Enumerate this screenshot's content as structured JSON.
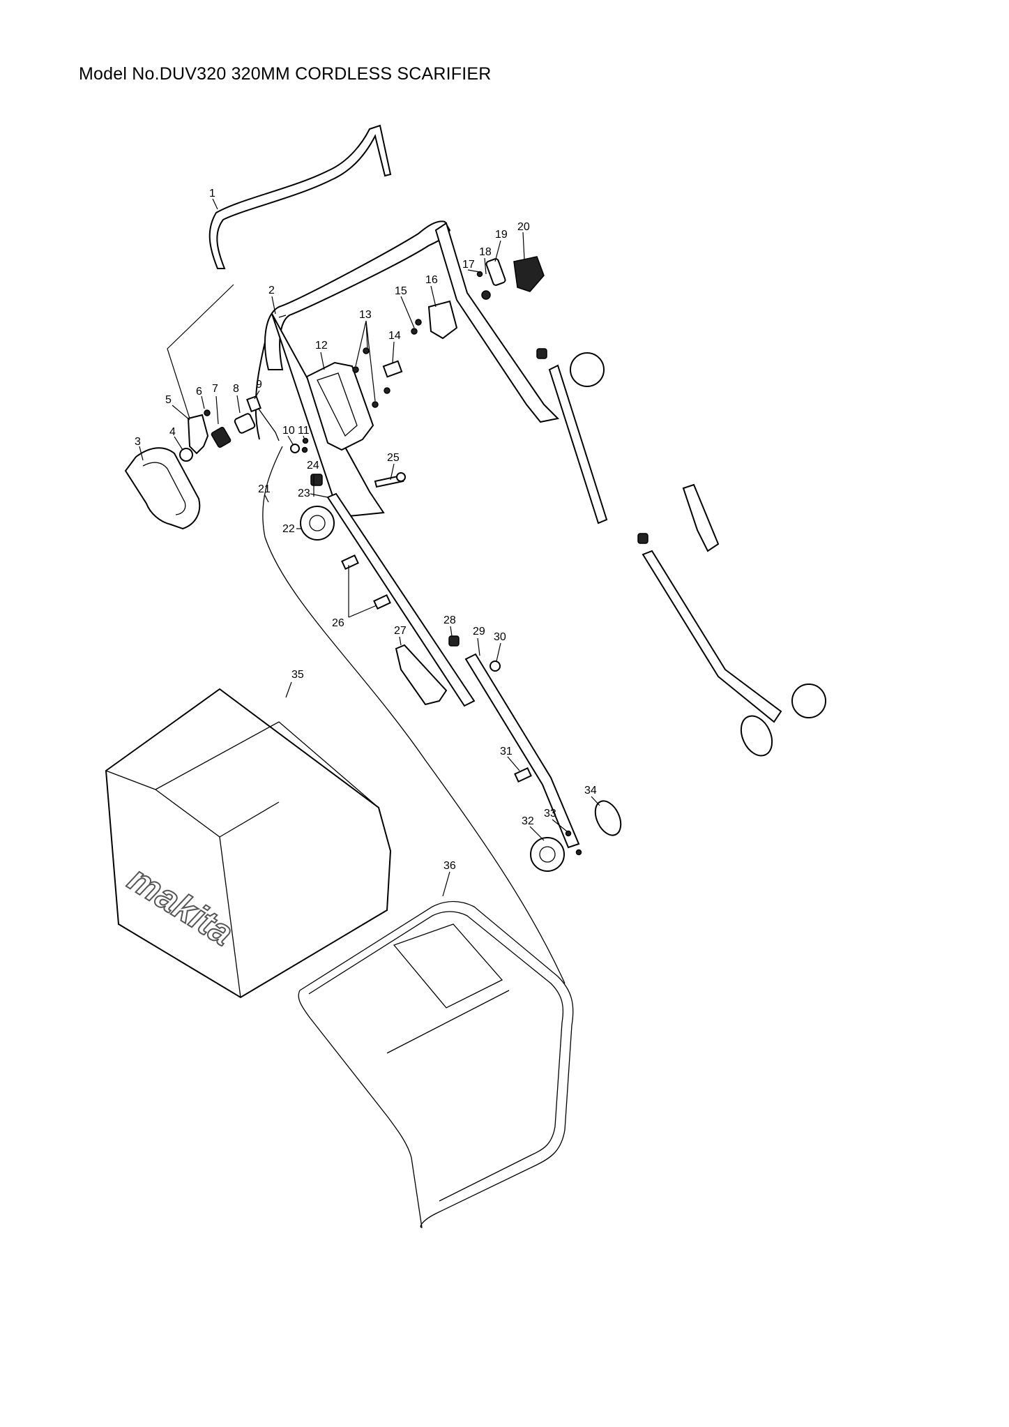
{
  "title": "Model No.DUV320 320MM CORDLESS SCARIFIER",
  "brand_logo": "makita",
  "callouts": [
    "1",
    "2",
    "3",
    "4",
    "5",
    "6",
    "7",
    "8",
    "9",
    "10",
    "11",
    "12",
    "13",
    "14",
    "15",
    "16",
    "17",
    "18",
    "19",
    "20",
    "21",
    "22",
    "23",
    "24",
    "25",
    "26",
    "27",
    "28",
    "29",
    "30",
    "31",
    "32",
    "33",
    "34",
    "35",
    "36"
  ]
}
